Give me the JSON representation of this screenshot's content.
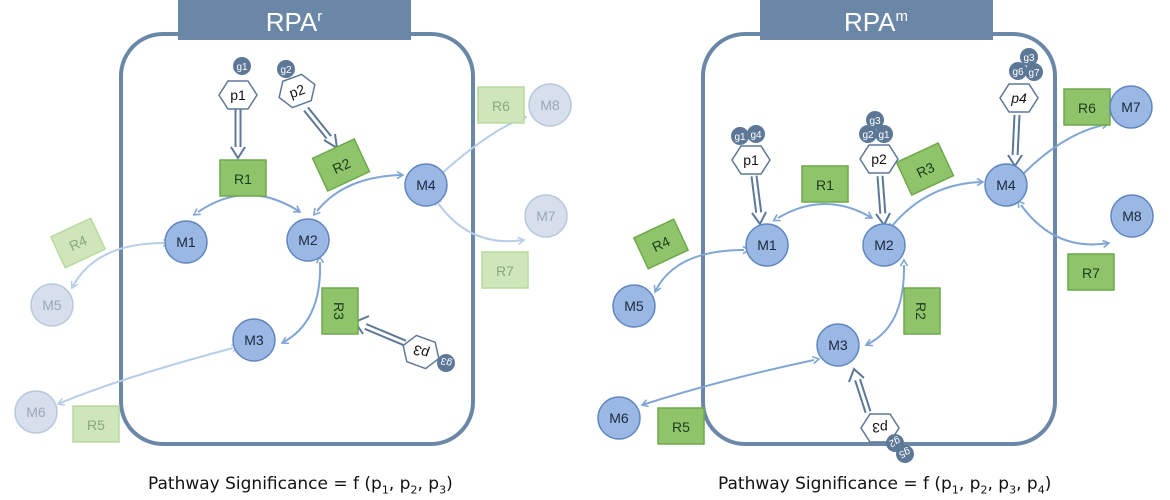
{
  "panels": [
    {
      "title": "RPA",
      "title_sup": "r",
      "caption_prefix": "Pathway Significance = f (p",
      "caption_parts": [
        {
          "sub": "1",
          "sep": ", p"
        },
        {
          "sub": "2",
          "sep": ", p"
        },
        {
          "sub": "3",
          "sep": ")"
        }
      ],
      "metabolites": [
        {
          "id": "m1",
          "label": "M1",
          "faded": false
        },
        {
          "id": "m2",
          "label": "M2",
          "faded": false
        },
        {
          "id": "m3",
          "label": "M3",
          "faded": false
        },
        {
          "id": "m4",
          "label": "M4",
          "faded": false
        },
        {
          "id": "m5",
          "label": "M5",
          "faded": true
        },
        {
          "id": "m6",
          "label": "M6",
          "faded": true
        },
        {
          "id": "m7",
          "label": "M7",
          "faded": true
        },
        {
          "id": "m8",
          "label": "M8",
          "faded": true
        }
      ],
      "reactions": [
        {
          "id": "r1",
          "label": "R1",
          "faded": false
        },
        {
          "id": "r2",
          "label": "R2",
          "faded": false
        },
        {
          "id": "r3",
          "label": "R3",
          "faded": false
        },
        {
          "id": "r4",
          "label": "R4",
          "faded": true
        },
        {
          "id": "r5",
          "label": "R5",
          "faded": true
        },
        {
          "id": "r6",
          "label": "R6",
          "faded": true
        },
        {
          "id": "r7",
          "label": "R7",
          "faded": true
        }
      ],
      "proteins": [
        {
          "id": "p1",
          "label": "p1",
          "genes": [
            "g1"
          ]
        },
        {
          "id": "p2",
          "label": "p2",
          "genes": [
            "g2"
          ]
        },
        {
          "id": "p3",
          "label": "p3",
          "genes": [
            "g3"
          ]
        }
      ]
    },
    {
      "title": "RPA",
      "title_sup": "m",
      "caption_prefix": "Pathway Significance = f (p",
      "caption_parts": [
        {
          "sub": "1",
          "sep": ", p"
        },
        {
          "sub": "2",
          "sep": ", p"
        },
        {
          "sub": "3",
          "sep": ", p"
        },
        {
          "sub": "4",
          "sep": ")"
        }
      ],
      "metabolites": [
        {
          "id": "m1",
          "label": "M1",
          "faded": false
        },
        {
          "id": "m2",
          "label": "M2",
          "faded": false
        },
        {
          "id": "m3",
          "label": "M3",
          "faded": false
        },
        {
          "id": "m4",
          "label": "M4",
          "faded": false
        },
        {
          "id": "m5",
          "label": "M5",
          "faded": false
        },
        {
          "id": "m6",
          "label": "M6",
          "faded": false
        },
        {
          "id": "m7",
          "label": "M7",
          "faded": false
        },
        {
          "id": "m8",
          "label": "M8",
          "faded": false
        }
      ],
      "reactions": [
        {
          "id": "r1",
          "label": "R1",
          "faded": false
        },
        {
          "id": "r2",
          "label": "R2",
          "faded": false
        },
        {
          "id": "r3",
          "label": "R3",
          "faded": false
        },
        {
          "id": "r4",
          "label": "R4",
          "faded": false
        },
        {
          "id": "r5",
          "label": "R5",
          "faded": false
        },
        {
          "id": "r6",
          "label": "R6",
          "faded": false
        },
        {
          "id": "r7",
          "label": "R7",
          "faded": false
        }
      ],
      "proteins": [
        {
          "id": "p1",
          "label": "p1",
          "genes": [
            "g1",
            "g4"
          ]
        },
        {
          "id": "p2",
          "label": "p2",
          "genes": [
            "g3",
            "g2",
            "g1"
          ]
        },
        {
          "id": "p3",
          "label": "p3",
          "genes": [
            "g2",
            "g5"
          ]
        },
        {
          "id": "p4",
          "label": "p4",
          "genes": [
            "g3",
            "g6",
            "g7"
          ]
        }
      ]
    }
  ],
  "colors": {
    "header": "#6b87a7",
    "frame": "#6b87a7",
    "metabolite": "#9ab8e3",
    "metabolite_stroke": "#5f87bf",
    "metabolite_faded": "#d6dfeb",
    "reaction": "#8fc46b",
    "reaction_stroke": "#6ea94a",
    "reaction_faded": "#cfe6bb",
    "arrow": "#7fa6d4",
    "arrow_faded": "#b7cde8",
    "gene": "#5d7897"
  }
}
